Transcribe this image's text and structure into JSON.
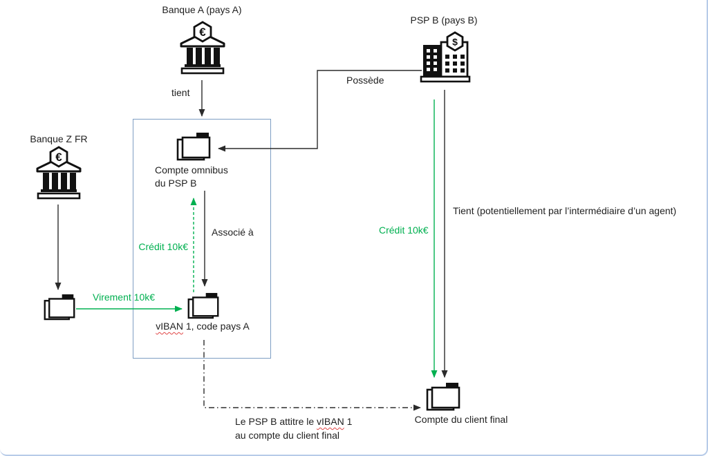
{
  "colors": {
    "green": "#00B050",
    "line": "#2b2b2b",
    "box_border": "#7D9EC3",
    "frame_border": "#B7CBE8",
    "squiggle": "#E04444"
  },
  "icons": {
    "euro_badge": "€",
    "dollar_badge": "$"
  },
  "nodes": {
    "banque_a": {
      "label": "Banque A (pays A)"
    },
    "psp_b": {
      "label": "PSP B (pays B)"
    },
    "banque_z": {
      "label": "Banque Z FR"
    },
    "compte_omnibus": {
      "line1": "Compte omnibus",
      "line2": "du PSP B"
    },
    "viban": {
      "word": "vIBAN",
      "rest": " 1, code pays A"
    },
    "compte_client": {
      "label": "Compte du client final"
    }
  },
  "edges": {
    "tient": "tient",
    "possede": "Possède",
    "associe_a": "Associé à",
    "credit_box": "Crédit 10k€",
    "virement": "Virement 10k€",
    "credit_psp": "Crédit 10k€",
    "tient_agent": "Tient (potentiellement par l’intermédiaire d’un agent)",
    "attitre_line1_a": "Le PSP B attitre le ",
    "attitre_viban": "vIBAN",
    "attitre_line1_b": " 1",
    "attitre_line2": "au compte du client final"
  }
}
